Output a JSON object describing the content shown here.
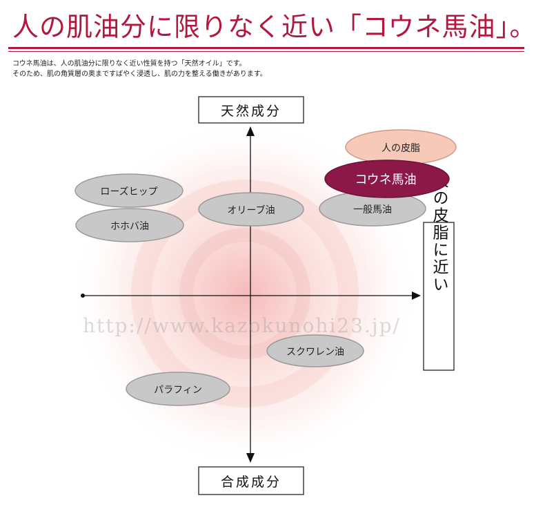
{
  "header": {
    "title": "人の肌油分に限りなく近い「コウネ馬油」。",
    "desc_line1": "コウネ馬油は、人の肌油分に限りなく近い性質を持つ「天然オイル」です。",
    "desc_line2": "そのため、肌の角質層の奥まですばやく浸透し、肌の力を整える働きがあります。"
  },
  "axes": {
    "top": "天然成分",
    "bottom": "合成成分",
    "right": "人の皮脂に近い"
  },
  "items": {
    "human_sebum": "人の皮脂",
    "koune": "コウネ馬油",
    "general_horse_oil": "一般馬油",
    "rosehip": "ローズヒップ",
    "jojoba": "ホホバ油",
    "olive": "オリーブ油",
    "squalane": "スクワレン油",
    "paraffin": "パラフィン"
  },
  "colors": {
    "accent": "#b3173e",
    "highlight_fill": "#8c1847",
    "sebum_fill": "#f6c9b8",
    "gray_fill": "#c8c8c8",
    "pill_border": "#999999"
  },
  "watermark": "http://www.kazokunohi23.jp/"
}
